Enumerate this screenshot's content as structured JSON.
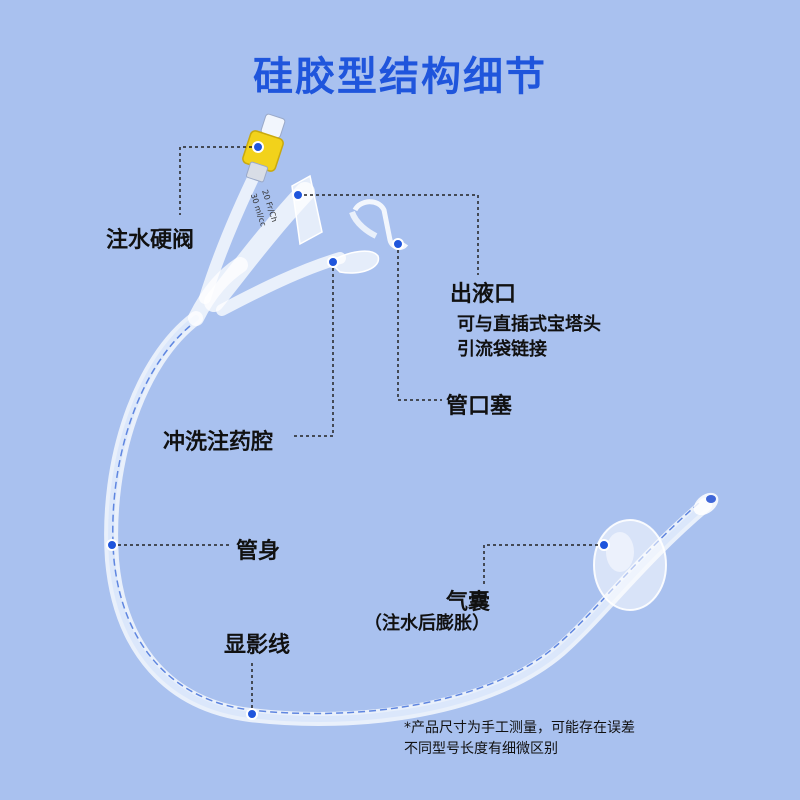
{
  "title": "硅胶型结构细节",
  "labels": {
    "valve": "注水硬阀",
    "outlet": "出液口",
    "outlet_desc_1": "可与直插式宝塔头",
    "outlet_desc_2": "引流袋链接",
    "plug": "管口塞",
    "flush": "冲洗注药腔",
    "body": "管身",
    "balloon": "气囊",
    "balloon_note": "（注水后膨胀）",
    "xray_line": "显影线"
  },
  "tube_printing": {
    "size": "20 Fr/Ch",
    "volume": "30 ml/cc"
  },
  "note": {
    "line1": "*产品尺寸为手工测量，可能存在误差",
    "line2": "不同型号长度有细微区别"
  },
  "colors": {
    "background": "#a9c1ef",
    "title": "#1f55dc",
    "dot": "#1f55dc",
    "valve_band": "#f2d21b"
  }
}
